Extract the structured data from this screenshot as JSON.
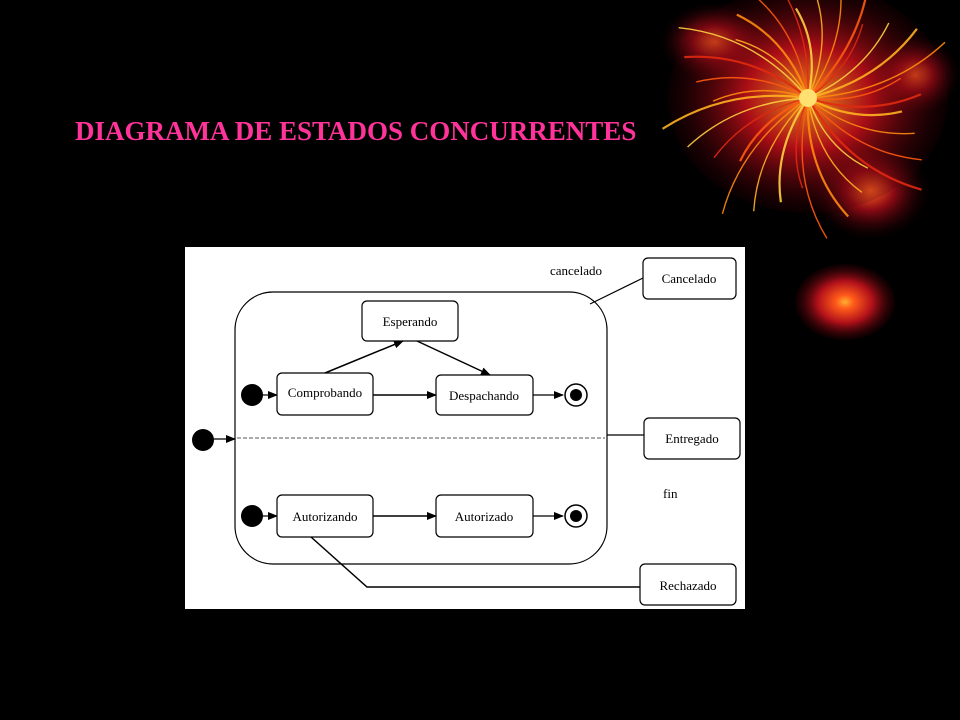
{
  "slide": {
    "title": "DIAGRAMA DE ESTADOS CONCURRENTES",
    "title_color": "#ff3399",
    "background": "#000000",
    "accent_decoration": "red-firework-orbs"
  },
  "diagram": {
    "states": {
      "esperando": "Esperando",
      "comprobando": "Comprobando",
      "despachando": "Despachando",
      "autorizando": "Autorizando",
      "autorizado": "Autorizado",
      "cancelado": "Cancelado",
      "entregado": "Entregado",
      "rechazado": "Rechazado"
    },
    "transitions": {
      "cancelado_label": "cancelado",
      "fin_label": "fin"
    }
  }
}
